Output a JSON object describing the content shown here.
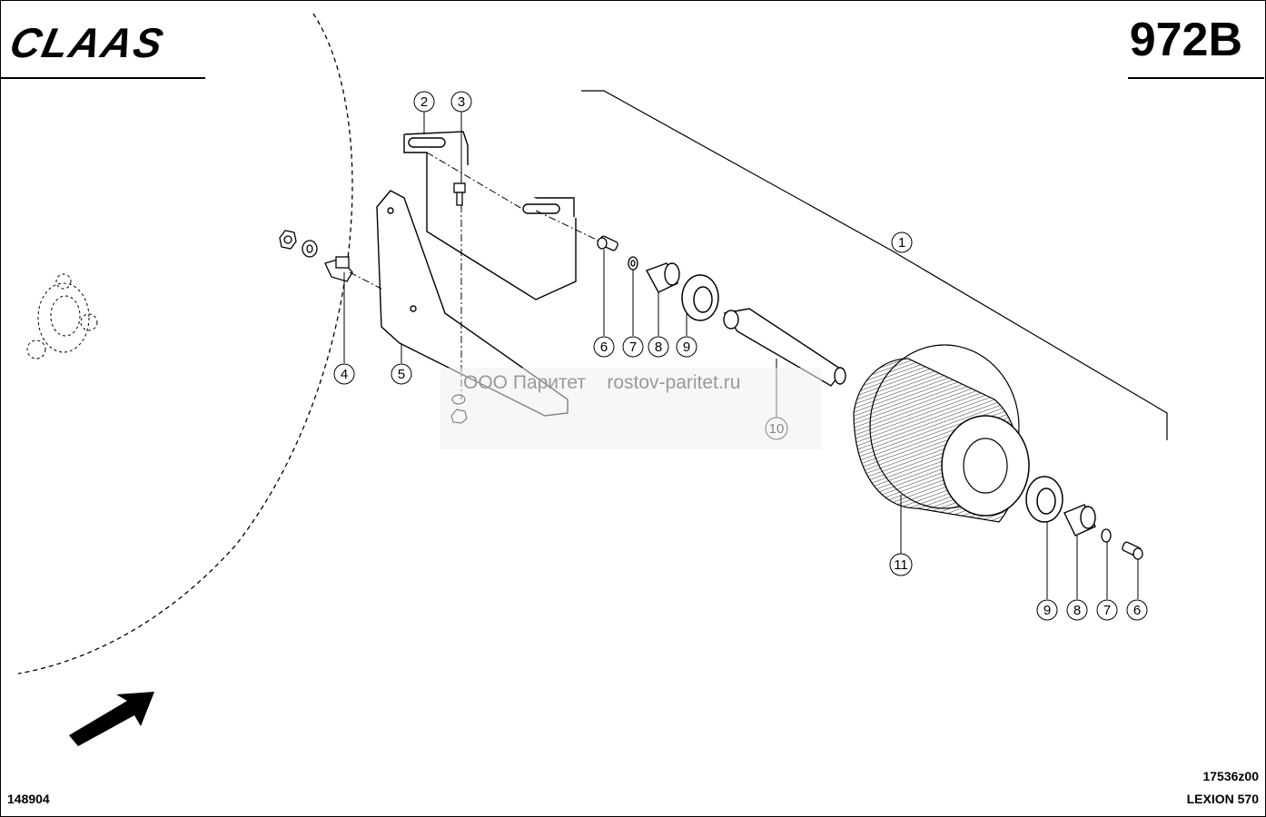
{
  "header": {
    "brand": "CLAAS",
    "page_code": "972B"
  },
  "footer": {
    "document_number": "148904",
    "image_code": "17536z00",
    "model": "LEXION 570"
  },
  "watermark": {
    "text": "ООО Паритет    rostov-paritet.ru"
  },
  "callouts": [
    "1",
    "2",
    "3",
    "4",
    "5",
    "6",
    "7",
    "8",
    "9",
    "10",
    "11",
    "9",
    "8",
    "7",
    "6"
  ]
}
